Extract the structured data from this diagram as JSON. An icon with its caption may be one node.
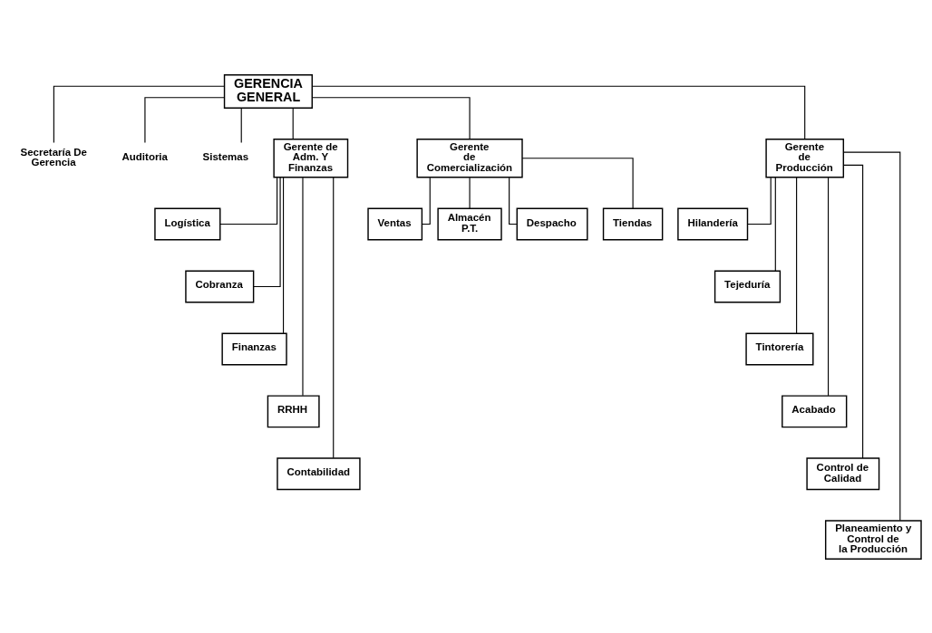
{
  "diagram": {
    "nodes": [
      {
        "text": [
          "GERENCIA GENERAL"
        ]
      },
      {
        "text": [
          "Secretaría De Gerencia"
        ]
      },
      {
        "text": [
          "Auditoria"
        ]
      },
      {
        "text": [
          "Sistemas"
        ]
      },
      {
        "text": [
          "Gerente de Adm. Y Finanzas"
        ]
      },
      {
        "text": [
          "Gerente de Comercialización"
        ]
      },
      {
        "text": [
          "Gerente de Producción"
        ]
      },
      {
        "text": [
          "Logística"
        ]
      },
      {
        "text": [
          "Cobranza"
        ]
      },
      {
        "text": [
          "Finanzas"
        ]
      },
      {
        "text": [
          "RRHH"
        ]
      },
      {
        "text": [
          "Contabilidad"
        ]
      },
      {
        "text": [
          "Ventas"
        ]
      },
      {
        "text": [
          "Almacén P.T."
        ]
      },
      {
        "text": [
          "Despacho"
        ]
      },
      {
        "text": [
          "Tiendas"
        ]
      },
      {
        "text": [
          "Hilandería"
        ]
      },
      {
        "text": [
          "Tejeduría"
        ]
      },
      {
        "text": [
          "Tintorería"
        ]
      },
      {
        "text": [
          "Acabado"
        ]
      },
      {
        "text": [
          "Control de Calidad"
        ]
      },
      {
        "text": [
          "Planeamiento y Control de la Producción"
        ]
      }
    ],
    "edges": [
      {
        "from": 0,
        "to": 1,
        "arrow": "none"
      },
      {
        "from": 0,
        "to": 2,
        "arrow": "none"
      },
      {
        "from": 0,
        "to": 3,
        "arrow": "none"
      },
      {
        "from": 0,
        "to": 4,
        "arrow": "none"
      },
      {
        "from": 0,
        "to": 5,
        "arrow": "none"
      },
      {
        "from": 0,
        "to": 6,
        "arrow": "none"
      },
      {
        "from": 4,
        "to": 7,
        "arrow": "none"
      },
      {
        "from": 4,
        "to": 8,
        "arrow": "none"
      },
      {
        "from": 4,
        "to": 9,
        "arrow": "none"
      },
      {
        "from": 4,
        "to": 10,
        "arrow": "none"
      },
      {
        "from": 4,
        "to": 11,
        "arrow": "none"
      },
      {
        "from": 5,
        "to": 12,
        "arrow": "none"
      },
      {
        "from": 5,
        "to": 13,
        "arrow": "none"
      },
      {
        "from": 5,
        "to": 14,
        "arrow": "none"
      },
      {
        "from": 5,
        "to": 15,
        "arrow": "none"
      },
      {
        "from": 6,
        "to": 16,
        "arrow": "none"
      },
      {
        "from": 6,
        "to": 17,
        "arrow": "none"
      },
      {
        "from": 6,
        "to": 18,
        "arrow": "none"
      },
      {
        "from": 6,
        "to": 19,
        "arrow": "none"
      },
      {
        "from": 6,
        "to": 20,
        "arrow": "none"
      },
      {
        "from": 6,
        "to": 21,
        "arrow": "none"
      }
    ]
  }
}
